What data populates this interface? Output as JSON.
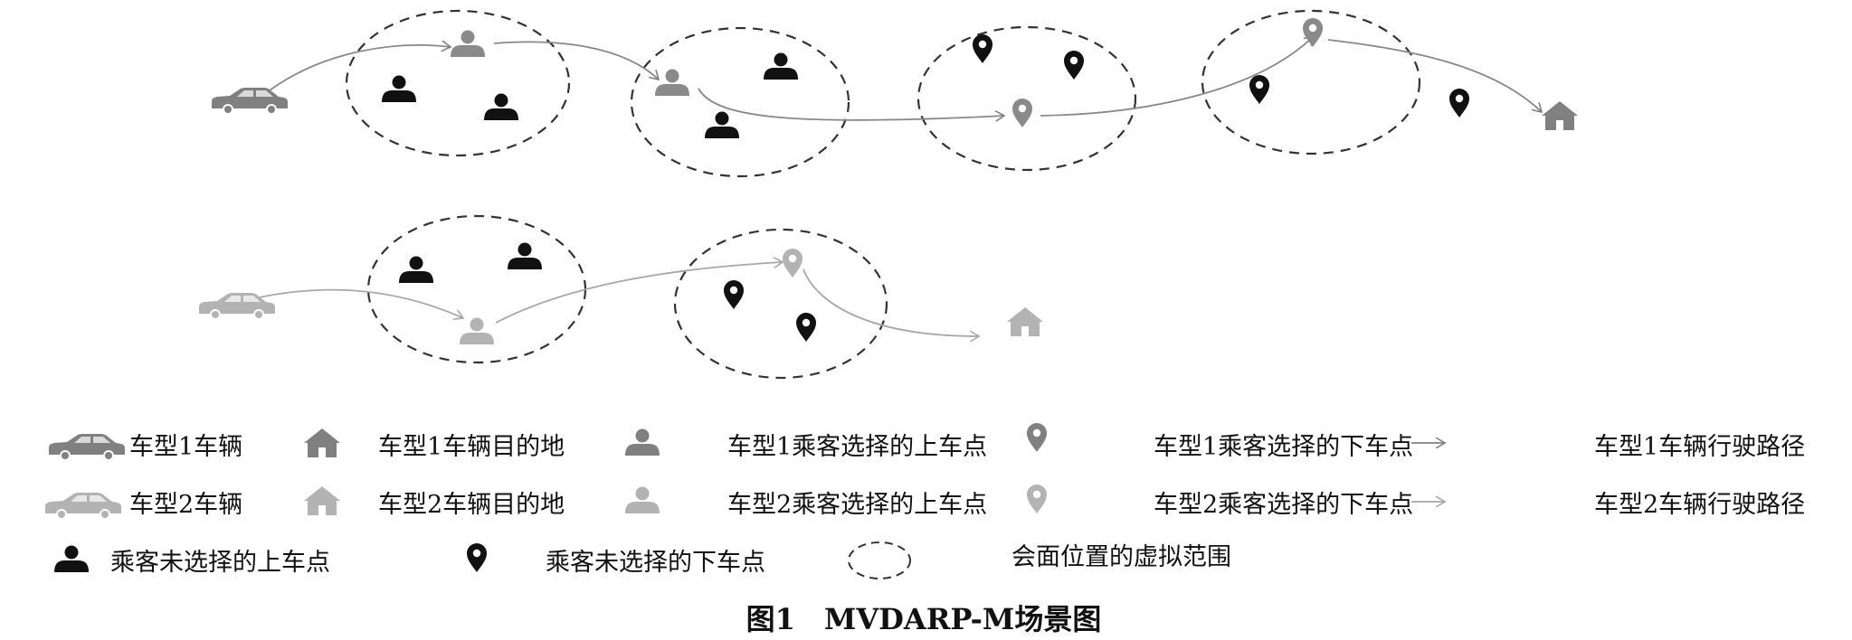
{
  "caption": "图1　MVDARP-M场景图",
  "legend": {
    "row1": {
      "vehicle": "车型1车辆",
      "destination": "车型1车辆目的地",
      "pickup": "车型1乘客选择的上车点",
      "dropoff": "车型1乘客选择的下车点",
      "route": "车型1车辆行驶路径"
    },
    "row2": {
      "vehicle": "车型2车辆",
      "destination": "车型2车辆目的地",
      "pickup": "车型2乘客选择的上车点",
      "dropoff": "车型2乘客选择的下车点",
      "route": "车型2车辆行驶路径"
    },
    "row3": {
      "unselected_pickup": "乘客未选择的上车点",
      "unselected_dropoff": "乘客未选择的下车点",
      "meeting_area": "会面位置的虚拟范围"
    }
  },
  "colors": {
    "vehicle_type1": "#808080",
    "vehicle_type2": "#b3b3b3",
    "unselected": "#111111",
    "circle": "#333333"
  },
  "icons": {
    "vehicle": "car-icon",
    "destination": "house-icon",
    "pickup": "person-icon",
    "dropoff": "map-pin-icon",
    "route": "arrow-icon",
    "meeting_area": "dashed-circle-icon"
  }
}
